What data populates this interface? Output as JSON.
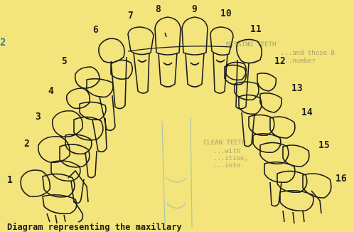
{
  "tooth_numbers": [
    "1",
    "2",
    "3",
    "4",
    "5",
    "6",
    "7",
    "8",
    "9",
    "10",
    "11",
    "12",
    "13",
    "14",
    "15",
    "16"
  ],
  "background_text": {
    "right_1": "MISSING TEETH",
    "right_2": "...and those B",
    "right_3": "...number",
    "right_4": "CLEAN TEETH",
    "right_5": "...with",
    "right_6": "...ition,",
    "right_7": "...into"
  },
  "left_mark": "2",
  "caption": "Diagram representing the maxillary",
  "colors": {
    "paper": "#f3e47c",
    "ink": "#1b1b1b",
    "blue_ink": "#3f7a8f"
  }
}
